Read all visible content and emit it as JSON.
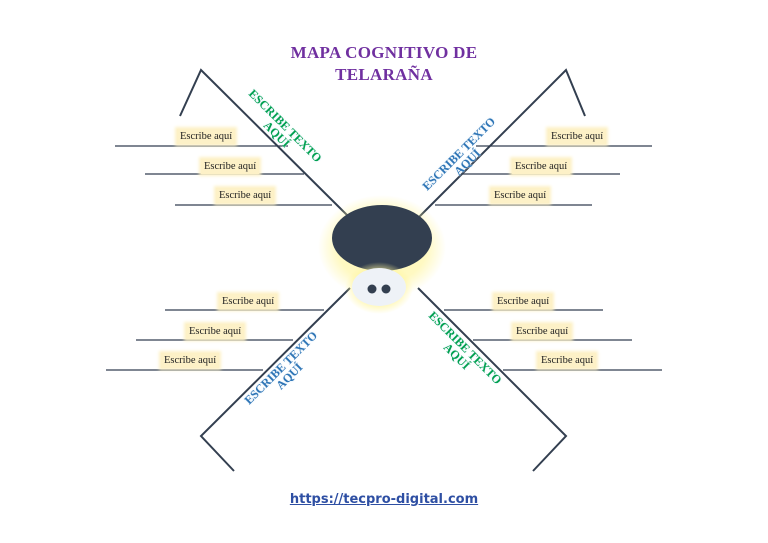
{
  "title_lines": [
    "MAPA COGNITIVO DE",
    "TELARAÑA"
  ],
  "legs": [
    {
      "lines": [
        "ESCRIBE TEXTO",
        "AQUÍ"
      ],
      "color": "#00a050"
    },
    {
      "lines": [
        "ESCRIBE TEXTO",
        "AQUÍ"
      ],
      "color": "#2e75b6"
    },
    {
      "lines": [
        "ESCRIBE TEXTO",
        "AQUÍ"
      ],
      "color": "#2e75b6"
    },
    {
      "lines": [
        "ESCRIBE TEXTO",
        "AQUÍ"
      ],
      "color": "#00a050"
    }
  ],
  "boxes": {
    "top_left": [
      "Escribe aquí",
      "Escribe aquí",
      "Escribe aquí"
    ],
    "top_right": [
      "Escribe aquí",
      "Escribe aquí",
      "Escribe aquí"
    ],
    "bottom_left": [
      "Escribe aquí",
      "Escribe aquí",
      "Escribe aquí"
    ],
    "bottom_right": [
      "Escribe aquí",
      "Escribe aquí",
      "Escribe aquí"
    ]
  },
  "link": "https://tecpro-digital.com",
  "colors": {
    "title": "#7030a0",
    "spider_body": "#333f50",
    "label_bg": "#fdf1c7",
    "lines": "#333f50"
  }
}
